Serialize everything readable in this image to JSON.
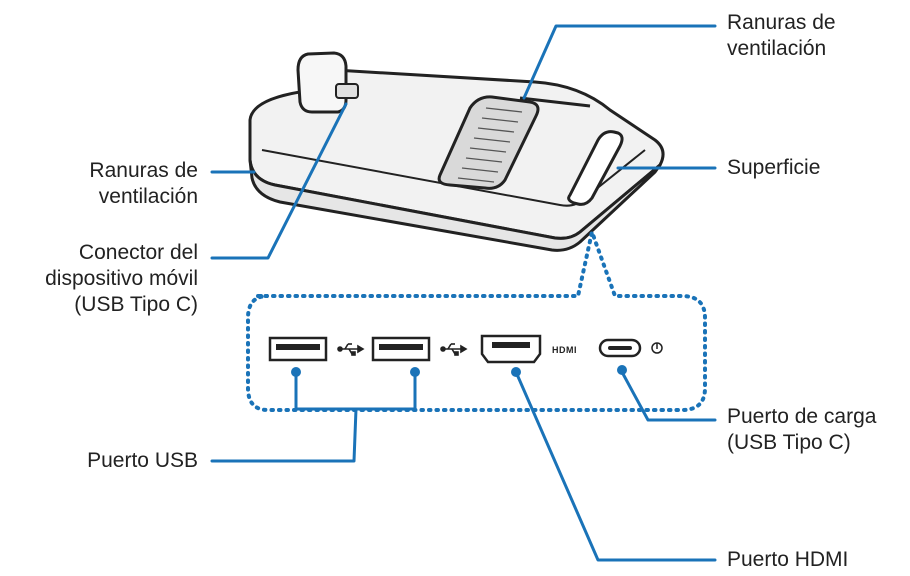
{
  "labels": {
    "vent_top": [
      "Ranuras de",
      "ventilación"
    ],
    "vent_left": [
      "Ranuras de",
      "ventilación"
    ],
    "surface": "Superficie",
    "connector": [
      "Conector del",
      "dispositivo móvil",
      "(USB Tipo C)"
    ],
    "usb_port": "Puerto USB",
    "charge_port": [
      "Puerto de carga",
      "(USB Tipo C)"
    ],
    "hdmi_port": "Puerto HDMI",
    "hdmi_logo": "HDMI"
  },
  "colors": {
    "accent": "#1a73b8",
    "outline": "#222222",
    "dock_fill": "#f2f2f2",
    "vent_fill": "#d9d9d9"
  },
  "icons": [
    "usb-symbol-icon",
    "usb-symbol-icon",
    "hdmi-logo",
    "power-icon"
  ]
}
